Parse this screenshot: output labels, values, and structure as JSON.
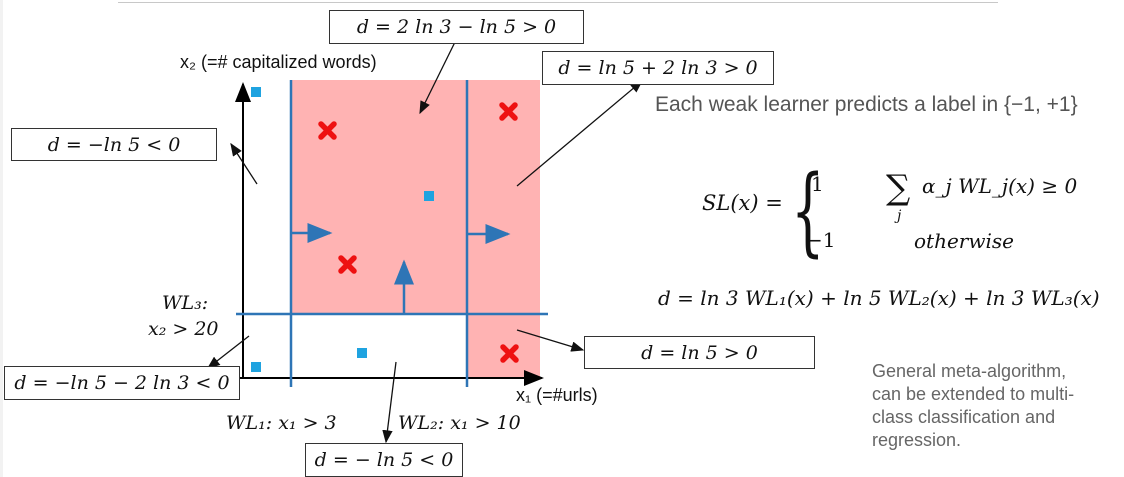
{
  "axes": {
    "y_label": "x₂ (=# capitalized words)",
    "x_label": "x₁ (=#urls)"
  },
  "weak_learners": {
    "wl1": "WL₁: x₁ > 3",
    "wl2": "WL₂: x₁ > 10",
    "wl3_line1": "WL₃:",
    "wl3_line2": "x₂ > 20"
  },
  "region_boxes": {
    "top_middle": "d = 2 ln 3  − ln 5 > 0",
    "top_right": "d = ln 5 + 2 ln 3 > 0",
    "left_upper": "d = −ln 5 < 0",
    "left_lower": "d = −ln 5 − 2 ln 3 < 0",
    "bottom_right": "d = ln 5 > 0",
    "bottom_middle": "d = − ln 5 < 0"
  },
  "right_panel": {
    "heading": "Each weak learner predicts a label in {−1, +1}",
    "sl_lhs": "SL(x) =",
    "case1_value": "1",
    "case1_condition": "α_j WL_j(x) ≥ 0",
    "sum_index": "j",
    "case2_value": "−1",
    "case2_condition": "otherwise",
    "d_formula": "d = ln 3 WL₁(x) + ln 5 WL₂(x) + ln 3 WL₃(x)",
    "note_lines": [
      "General meta-algorithm,",
      "can be extended to multi-",
      "class classification and",
      "regression."
    ]
  },
  "colors": {
    "positive_region": "#ffb3b3",
    "axis_and_lines": "#2e75b6",
    "negative_marker": "#1fa3e0",
    "positive_marker": "#ee1111"
  },
  "icons": {
    "positive_marker": "x-cross-icon",
    "negative_marker": "square-icon"
  }
}
